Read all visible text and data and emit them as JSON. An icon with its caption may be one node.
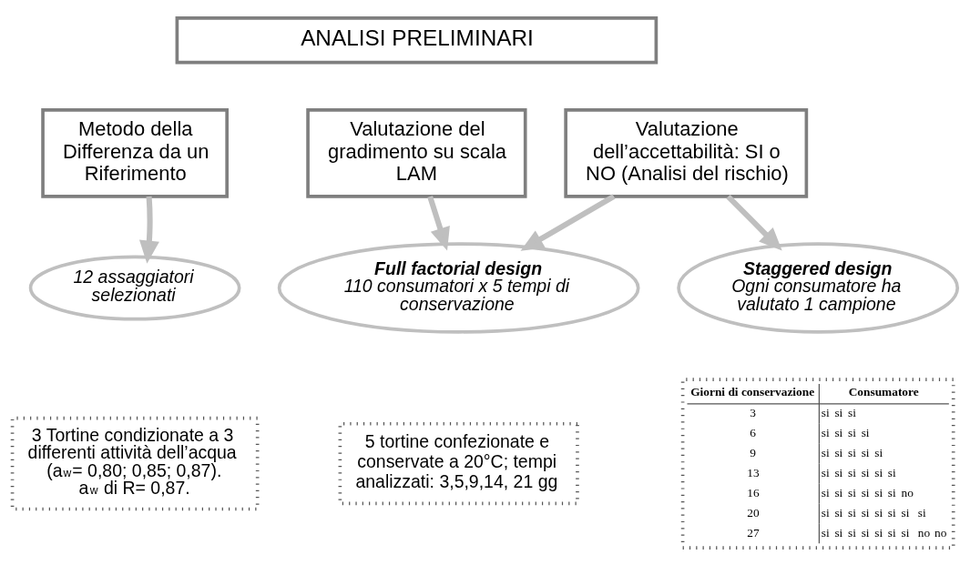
{
  "diagram": {
    "nodes": [
      {
        "text": [
          "ANALISI PRELIMINARI"
        ]
      },
      {
        "text": [
          "Metodo della Differenza da un Riferimento"
        ]
      },
      {
        "text": [
          "Valutazione del gradimento su scala LAM"
        ]
      },
      {
        "text": [
          "Valutazione dell’accettabilità: SI o NO (Analisi del rischio)"
        ]
      },
      {
        "text": [
          "12 assaggiatori selezionati"
        ]
      },
      {
        "text": [
          "Full factorial design",
          "110 consumatori x 5 tempi di conservazione"
        ]
      },
      {
        "text": [
          "Staggered design",
          "Ogni consumatore ha valutato 1 campione"
        ]
      },
      {
        "text": [
          "3 Tortine condizionate a 3 differenti attività dell’acqua (a$_{w}$= 0,80; 0,85; 0,87). a$_{w}$ di R= 0,87."
        ]
      },
      {
        "text": [
          "5 tortine confezionate e conservate a 20°C; tempi analizzati: 3,5,9,14, 21 gg"
        ]
      }
    ],
    "edges": [
      {
        "from": 1,
        "to": 4,
        "arrow": "to"
      },
      {
        "from": 2,
        "to": 5,
        "arrow": "to"
      },
      {
        "from": 3,
        "to": 5,
        "arrow": "to"
      },
      {
        "from": 3,
        "to": 6,
        "arrow": "to"
      }
    ],
    "labels": [
      "Giorni di conservazione",
      "Consumatore",
      "3",
      "si",
      "si",
      "si",
      "6",
      "si",
      "si",
      "si",
      "si",
      "9",
      "si",
      "si",
      "si",
      "si",
      "si",
      "13",
      "si",
      "si",
      "si",
      "si",
      "si",
      "si",
      "16",
      "si",
      "si",
      "si",
      "si",
      "si",
      "si",
      "no",
      "20",
      "si",
      "si",
      "si",
      "si",
      "si",
      "si",
      "si",
      "si",
      "27",
      "si",
      "si",
      "si",
      "si",
      "si",
      "si",
      "si",
      "no",
      "no"
    ]
  }
}
